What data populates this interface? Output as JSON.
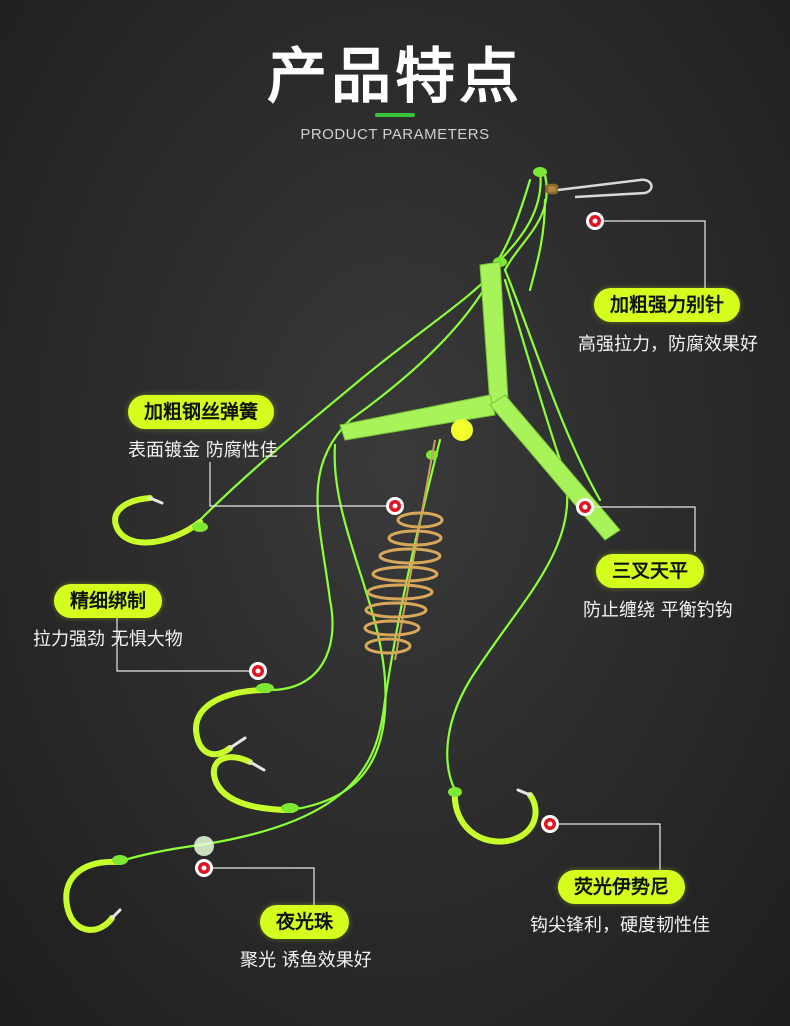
{
  "header": {
    "title": "产品特点",
    "subtitle": "PRODUCT PARAMETERS"
  },
  "features": [
    {
      "label": "加粗强力别针",
      "description": "高强拉力，防腐效果好"
    },
    {
      "label": "加粗钢丝弹簧",
      "description": "表面镀金 防腐性佳"
    },
    {
      "label": "三叉天平",
      "description": "防止缠绕 平衡钓钩"
    },
    {
      "label": "精细绑制",
      "description": "拉力强劲 无惧大物"
    },
    {
      "label": "荧光伊势尼",
      "description": "钩尖锋利，硬度韧性佳"
    },
    {
      "label": "夜光珠",
      "description": "聚光 诱鱼效果好"
    }
  ],
  "colors": {
    "accent": "#d4ff1e",
    "title_bar": "#39c43b",
    "line": "#8cff3a",
    "marker": "#e0141e"
  }
}
